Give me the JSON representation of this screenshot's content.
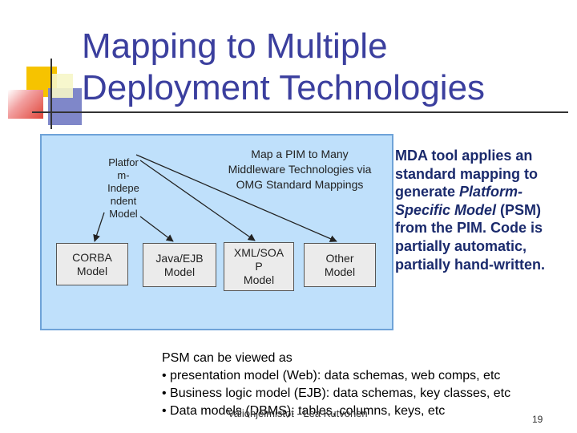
{
  "slide": {
    "title_line1": "Mapping to Multiple",
    "title_line2": "Deployment Technologies",
    "diagram": {
      "pim_label": "Platfor m-Indepe ndent Model",
      "pim_lines": [
        "Platfor",
        "m-",
        "Indepe",
        "ndent",
        "Model"
      ],
      "map_text": "Map a PIM to Many Middleware Technologies via OMG Standard Mappings",
      "targets": [
        {
          "lines": [
            "CORBA",
            "Model"
          ]
        },
        {
          "lines": [
            "Java/EJB",
            "Model"
          ]
        },
        {
          "lines": [
            "XML/SOA",
            "P",
            "Model"
          ]
        },
        {
          "lines": [
            "Other",
            "Model"
          ]
        }
      ]
    },
    "right_text": {
      "pre": "MDA tool applies an standard mapping to generate ",
      "emph": "Platform-Specific Model",
      "post": " (PSM) from the PIM.  Code is partially automatic, partially hand-written."
    },
    "psm_lines": [
      "PSM can be viewed as",
      "• presentation model (Web): data schemas, web comps, etc",
      "• Business logic model (EJB): data schemas, key classes, etc",
      "• Data models (DBMS): tables, columns, keys, etc"
    ],
    "footer": "Valiohjelmistot - Lea Kutvonen",
    "page_number": "19",
    "colors": {
      "title": "#3b3f9e",
      "diagram_bg": "#bfe0fb",
      "right_text": "#1a2a6c"
    }
  }
}
